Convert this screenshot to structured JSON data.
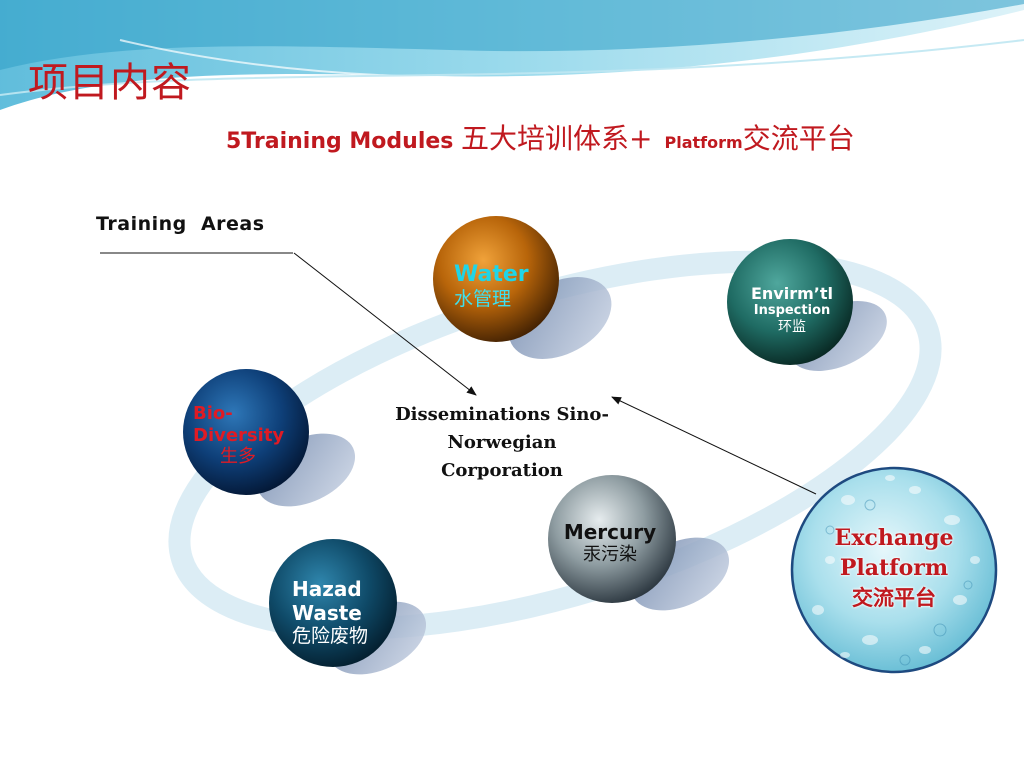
{
  "slide": {
    "title": "项目内容",
    "subtitle": {
      "part1": "5Training Modules ",
      "part2": "五大培训体系+",
      "part3": "Platform",
      "part4": "交流平台"
    },
    "training_areas_label": "Training  Areas",
    "center": {
      "line1": "Disseminations Sino-",
      "line2": "Norwegian",
      "line3": "Corporation"
    },
    "nodes": {
      "water": {
        "en": "Water",
        "cn": "水管理"
      },
      "envirm": {
        "en": "Envirm’tl",
        "en2": "Inspection",
        "cn": "环监"
      },
      "bio": {
        "en1": "Bio-",
        "en2": "Diversity",
        "cn": "生多"
      },
      "mercury": {
        "en": "Mercury",
        "cn": "汞污染"
      },
      "hazad": {
        "en1": "Hazad",
        "en2": "Waste",
        "cn": "危险废物"
      },
      "exchange": {
        "en1": "Exchange",
        "en2": "Platform",
        "cn": "交流平台"
      }
    }
  },
  "colors": {
    "title_red": "#c0191f",
    "water_orb": "#b8650a",
    "envirm_orb": "#1f6b63",
    "bio_orb": "#0e3f78",
    "mercury_orb": "#7d8a8f",
    "hazad_orb": "#0f4a68",
    "exchange_orb": "#7fcde0"
  }
}
